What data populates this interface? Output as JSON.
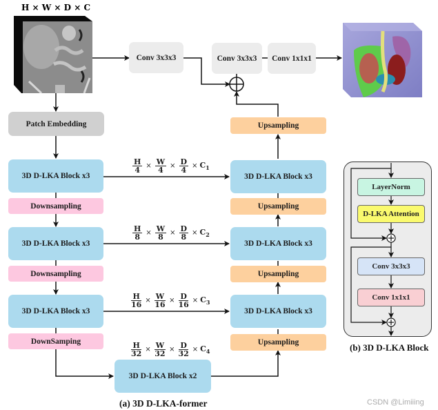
{
  "input": {
    "label": "H × W × D × C",
    "image": "ct-scan-volume"
  },
  "output": {
    "image": "3d-organ-segmentation"
  },
  "top": {
    "skip_conv": "Conv 3x3x3",
    "head_conv1": "Conv 3x3x3",
    "head_conv2": "Conv 1x1x1"
  },
  "encoder": {
    "patch_embedding": "Patch Embedding",
    "blocks": [
      "3D D-LKA Block x3",
      "3D D-LKA Block x3",
      "3D D-LKA Block x3"
    ],
    "downsampling": [
      "Downsampling",
      "Downsampling",
      "DownSamping"
    ]
  },
  "bottleneck": {
    "block": "3D D-LKA Block x2"
  },
  "decoder": {
    "blocks": [
      "3D D-LKA Block x3",
      "3D D-LKA Block x3",
      "3D D-LKA Block x3"
    ],
    "upsampling": [
      "Upsampling",
      "Upsampling",
      "Upsampling",
      "Upsampling"
    ]
  },
  "skip_dims": [
    {
      "d": "4",
      "c": "1"
    },
    {
      "d": "8",
      "c": "2"
    },
    {
      "d": "16",
      "c": "3"
    },
    {
      "d": "32",
      "c": "4"
    }
  ],
  "dim_symbols": {
    "h": "H",
    "w": "W",
    "d": "D",
    "c": "C",
    "times": "×"
  },
  "block_detail": {
    "layernorm": "LayerNorm",
    "attention": "D-LKA Attention",
    "conv1": "Conv 3x3x3",
    "conv2": "Conv 1x1x1",
    "caption": "(b) 3D D-LKA Block"
  },
  "captions": {
    "former": "(a) 3D D-LKA-former"
  },
  "watermark": "CSDN @Limiiing",
  "colors": {
    "block_blue": "#acdaee",
    "down_pink": "#fdc8e0",
    "up_orange": "#fdd09e",
    "patch_gray": "#d0d0d0",
    "conv_lightgray": "#ececec",
    "layernorm_mint": "#c8f5e2",
    "attention_yellow": "#fafa6e",
    "conv_blue": "#d6e4f7",
    "conv_pink": "#f9cfd3"
  }
}
